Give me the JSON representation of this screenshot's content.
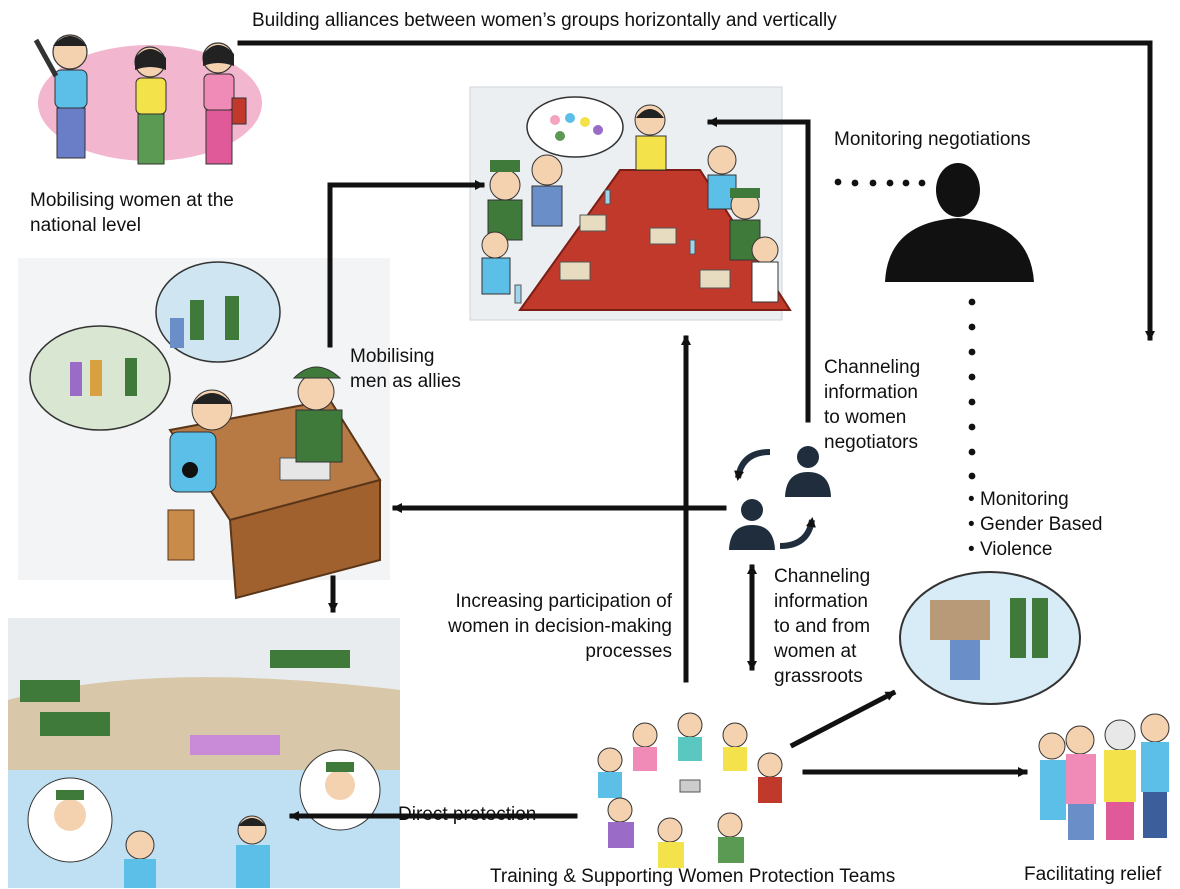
{
  "labels": {
    "alliances": "Building alliances between women’s groups horizontally and vertically",
    "mobilising_women": "Mobilising women at the\nnational level",
    "monitoring_negotiations": "Monitoring negotiations",
    "mobilising_men": "Mobilising\nmen as allies",
    "channeling_negotiators": "Channeling\ninformation\nto women\nnegotiators",
    "monitoring_gbv_1": "Monitoring",
    "monitoring_gbv_2": "Gender Based",
    "monitoring_gbv_3": "Violence",
    "channeling_grassroots": "Channeling\ninformation\nto and from\nwomen at\ngrassroots",
    "increasing_participation": "Increasing participation of\nwomen in decision-making\nprocesses",
    "direct_protection": "Direct protection",
    "training": "Training & Supporting Women Protection Teams",
    "facilitating_relief": "Facilitating relief"
  },
  "colors": {
    "arrow": "#111111",
    "pink_blob": "#f2b6cf",
    "table": "#c0392b",
    "uniform": "#3f7a3a",
    "sky": "#bfe0f2",
    "dirt": "#d8c7a8",
    "desk": "#a0612f",
    "people_icon": "#1f2d3d"
  },
  "icons": {
    "people_exchange": "people-exchange-icon",
    "monitor_person": "person-silhouette-icon"
  }
}
